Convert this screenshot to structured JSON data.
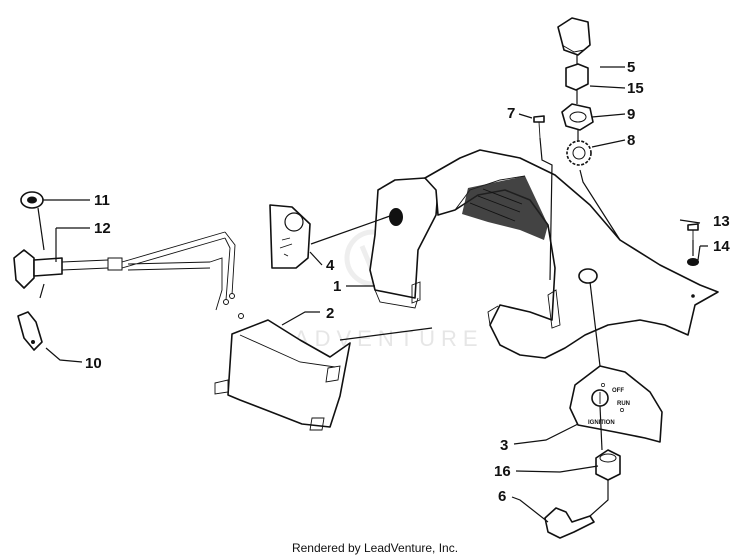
{
  "diagram": {
    "credit": "Rendered by LeadVenture, Inc.",
    "watermark": "LEADVENTURE",
    "switch_labels": {
      "off": "OFF",
      "run": "RUN",
      "ignition": "IGNITION"
    },
    "callouts": {
      "c1": "1",
      "c2": "2",
      "c3": "3",
      "c4": "4",
      "c5": "5",
      "c6": "6",
      "c7": "7",
      "c8": "8",
      "c9": "9",
      "c10": "10",
      "c11": "11",
      "c12": "12",
      "c13": "13",
      "c14": "14",
      "c15": "15",
      "c16": "16"
    }
  }
}
